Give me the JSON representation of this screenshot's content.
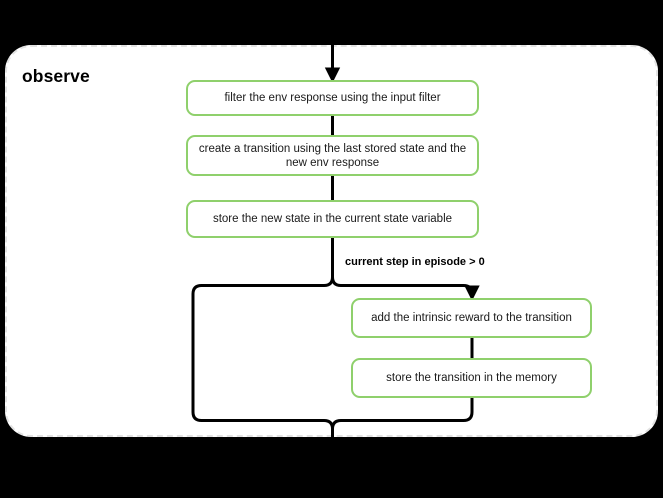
{
  "diagram": {
    "type": "flowchart",
    "title": "observe",
    "background_color": "#000000",
    "container": {
      "label": "observe",
      "fill": "#ffffff",
      "border_color": "#e3e3e3",
      "border_style": "dashed"
    },
    "node_color": "#8fd06c",
    "edge_color": "#000000",
    "nodes": [
      {
        "id": "filter",
        "label": "filter the env response using the input filter"
      },
      {
        "id": "create",
        "label": "create a transition using the last stored state and the new env response"
      },
      {
        "id": "store_state",
        "label": "store the new state in the current state variable"
      },
      {
        "id": "intrinsic",
        "label": "add the intrinsic reward to the transition"
      },
      {
        "id": "store_mem",
        "label": "store the transition in the memory"
      }
    ],
    "edges": [
      {
        "from": "entry",
        "to": "filter",
        "label": ""
      },
      {
        "from": "filter",
        "to": "create",
        "label": ""
      },
      {
        "from": "create",
        "to": "store_state",
        "label": ""
      },
      {
        "from": "store_state",
        "to": "intrinsic",
        "label": "current step in episode > 0"
      },
      {
        "from": "intrinsic",
        "to": "store_mem",
        "label": ""
      },
      {
        "from": "store_state",
        "to": "exit",
        "label": ""
      },
      {
        "from": "store_mem",
        "to": "exit",
        "label": ""
      }
    ],
    "branch_label": "current step in episode > 0"
  }
}
